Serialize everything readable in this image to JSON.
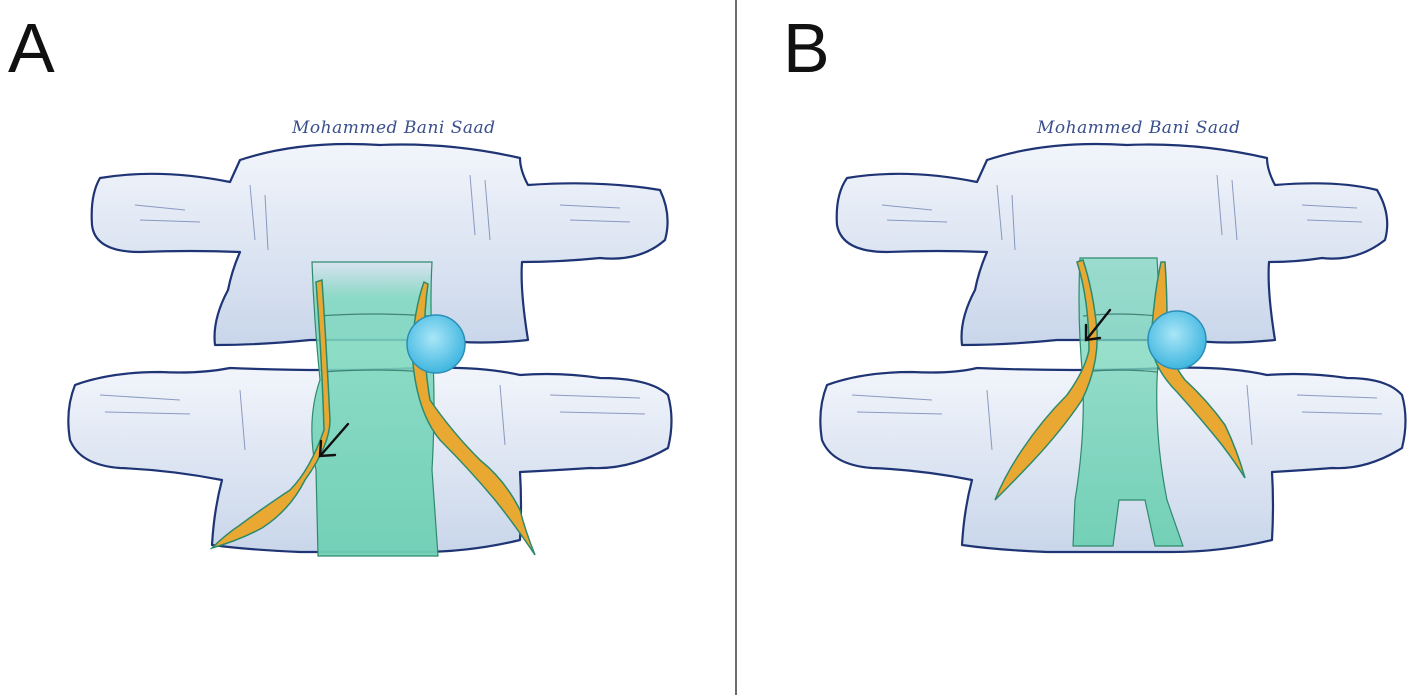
{
  "panels": [
    {
      "label": "A",
      "signature": "Mohammed Bani Saad"
    },
    {
      "label": "B",
      "signature": "Mohammed Bani Saad"
    }
  ],
  "colors": {
    "bone_fill": "#dfe7f3",
    "bone_outline": "#1f3474",
    "dural_sac": "#7fd9c0",
    "nerve_root": "#e8a832",
    "cyst": "#5cc9ec",
    "arrow": "#111111",
    "divider": "#6b6b6b"
  }
}
